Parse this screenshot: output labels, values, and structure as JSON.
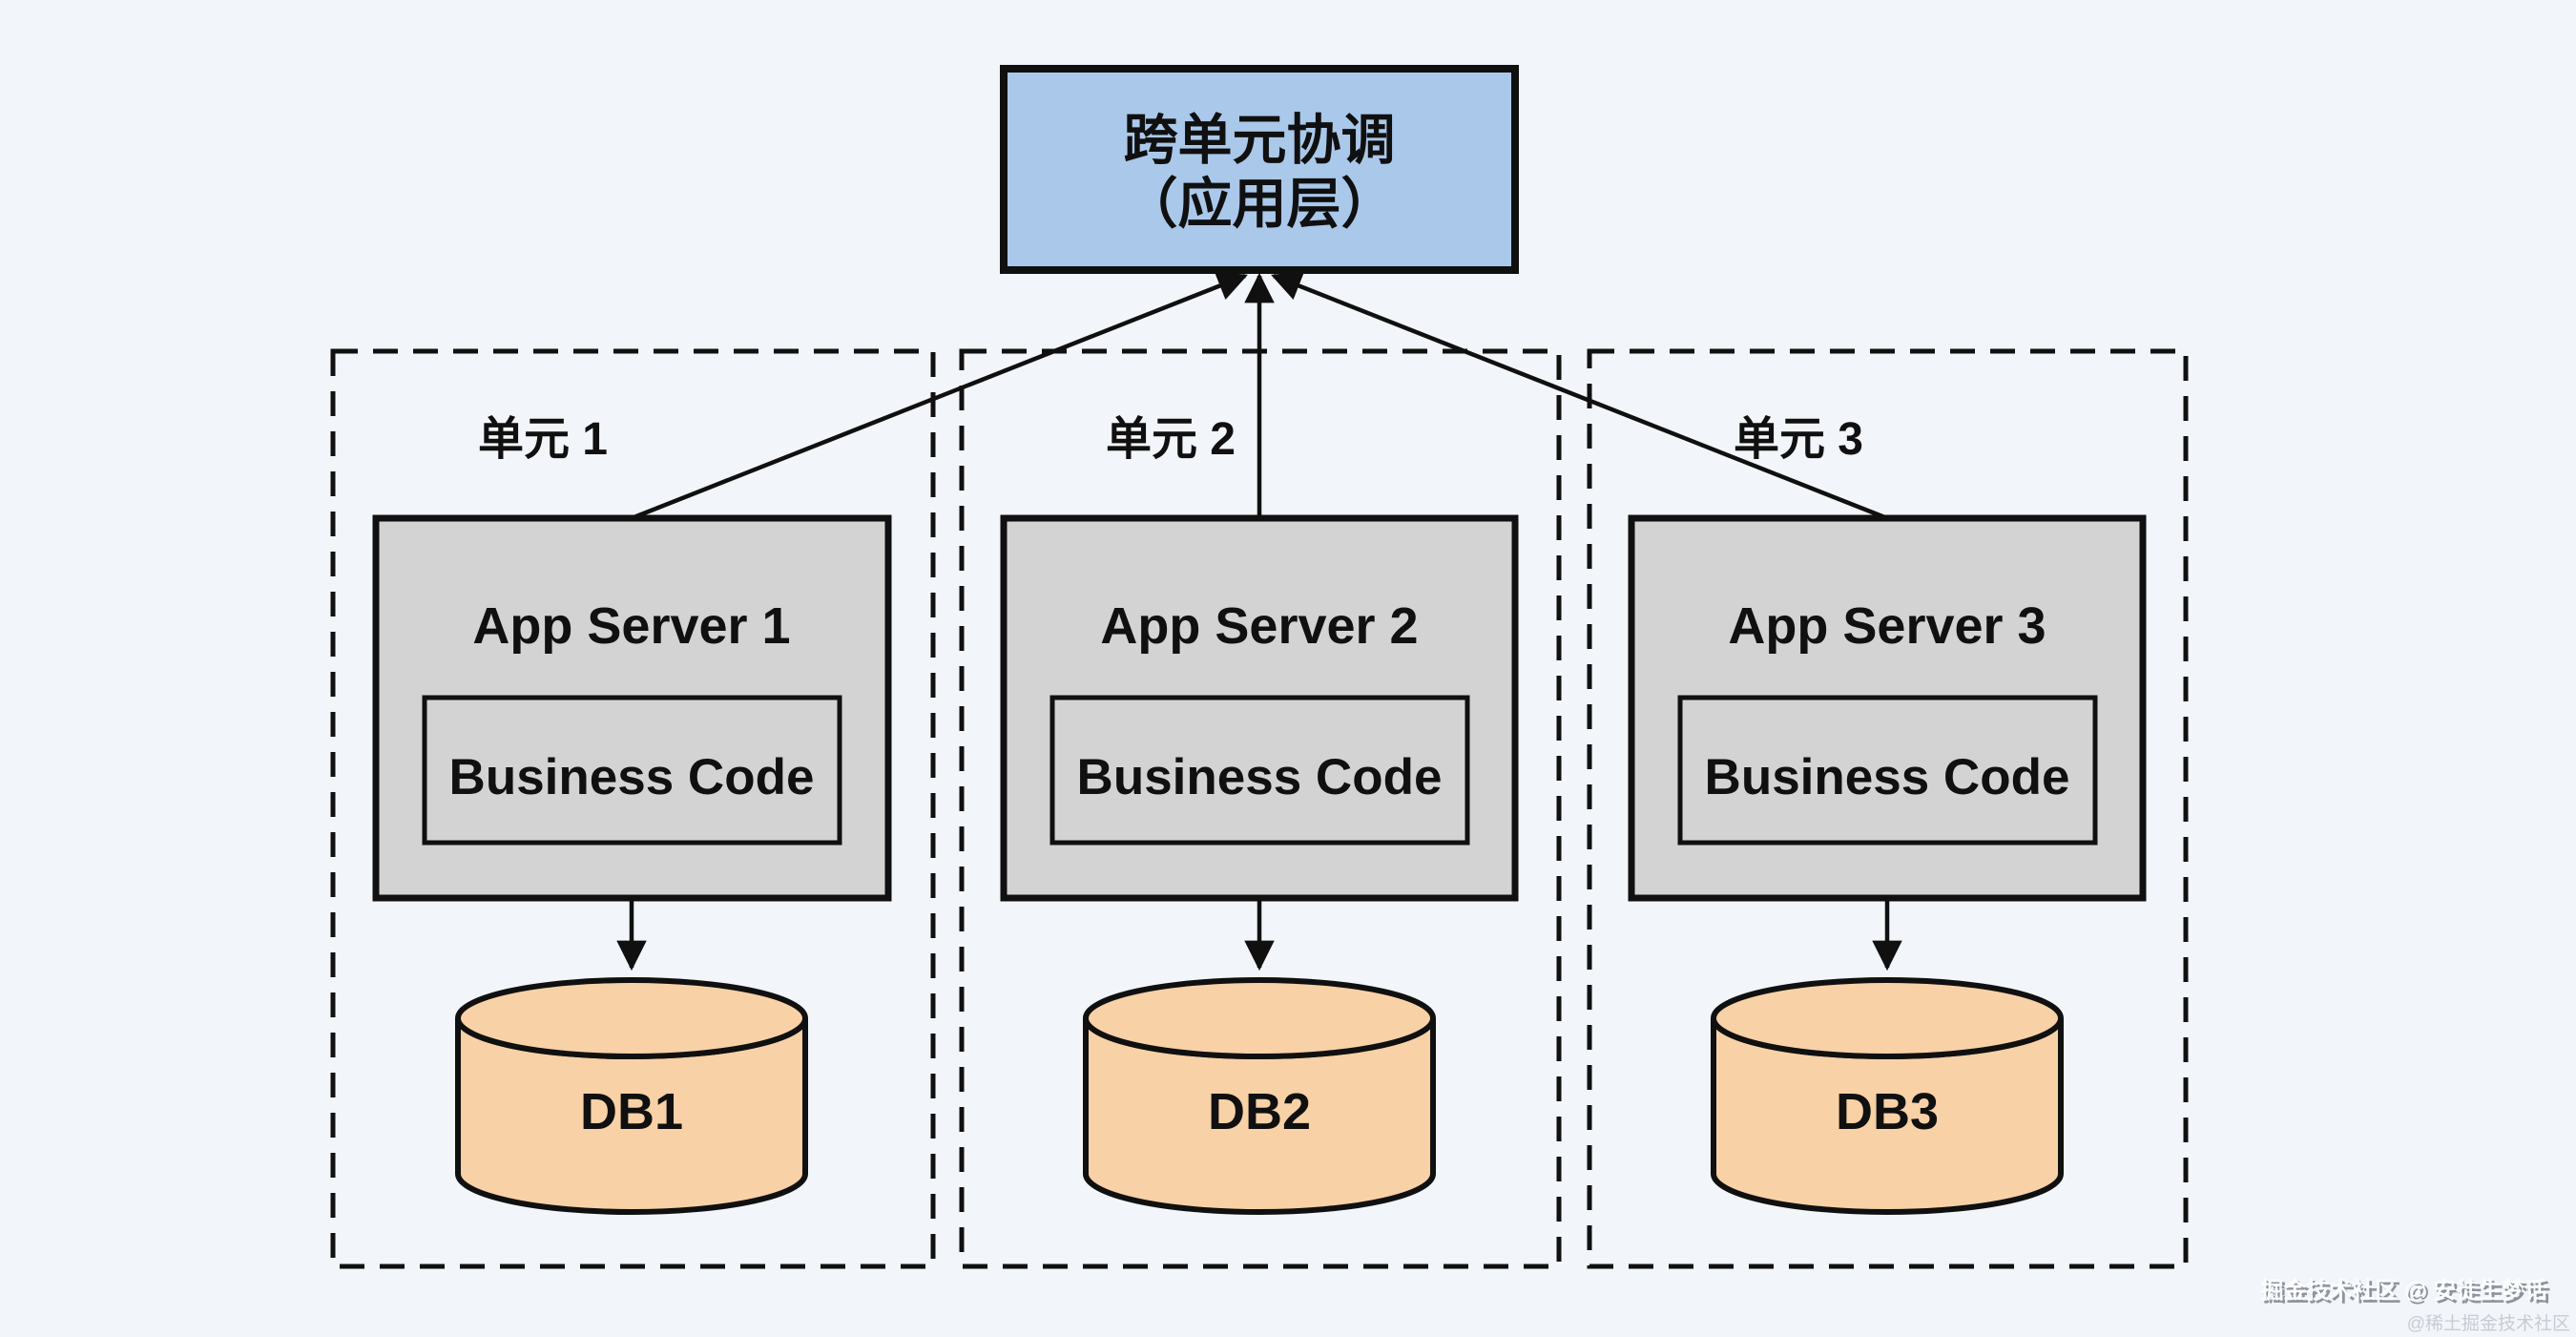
{
  "colors": {
    "background": "#f2f5f9",
    "coordinator_fill": "#aac8ea",
    "server_fill": "#d3d3d3",
    "business_fill": "#d3d3d3",
    "db_fill": "#f8d1a7",
    "outline": "#101010",
    "watermark_main": "#fcfdfe",
    "watermark_sub": "#c7ccd5"
  },
  "coordinator": {
    "line1": "跨单元协调",
    "line2": "（应用层）"
  },
  "units": [
    {
      "label": "单元 1",
      "server": "App Server 1",
      "code": "Business Code",
      "db": "DB1"
    },
    {
      "label": "单元 2",
      "server": "App Server 2",
      "code": "Business Code",
      "db": "DB2"
    },
    {
      "label": "单元 3",
      "server": "App Server 3",
      "code": "Business Code",
      "db": "DB3"
    }
  ],
  "watermark": {
    "line1": "掘金技术社区 @ 安徒生梦话",
    "line2": "@稀土掘金技术社区"
  }
}
